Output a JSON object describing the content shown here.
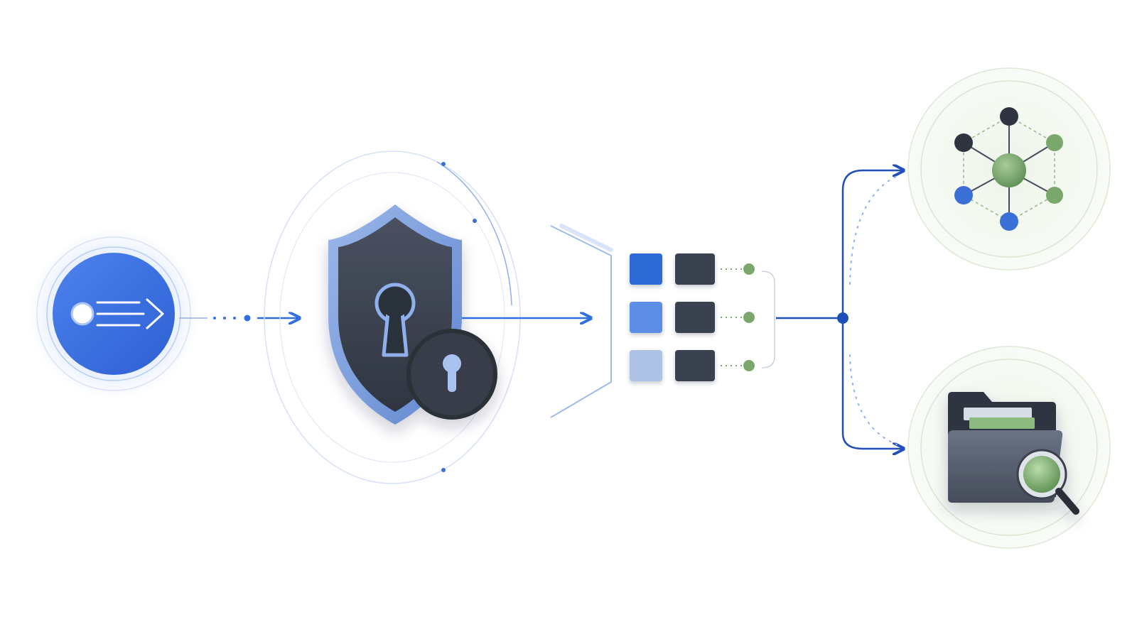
{
  "diagram": {
    "colors": {
      "background": "#ffffff",
      "flow_blue": "#2f6fe0",
      "dark_blue": "#1f4fb8",
      "slate": "#3b4250",
      "shield_rim": "#7fa2e0",
      "green_node": "#7aa86c",
      "green_ring": "#dce9d5",
      "light_blue": "#aec2e6"
    },
    "nodes": [
      {
        "id": "source",
        "icon": "stream-arrow-icon"
      },
      {
        "id": "security",
        "icon": "shield-keyhole-lock-icon"
      },
      {
        "id": "partition",
        "icon": "block-grid-icon"
      },
      {
        "id": "graph",
        "icon": "network-graph-icon"
      },
      {
        "id": "search",
        "icon": "folder-search-icon"
      }
    ],
    "connections": [
      {
        "from": "source",
        "to": "security",
        "style": "dotted-then-solid"
      },
      {
        "from": "security",
        "to": "partition",
        "style": "solid"
      },
      {
        "from": "partition",
        "to": "graph",
        "style": "branch"
      },
      {
        "from": "partition",
        "to": "search",
        "style": "branch"
      }
    ],
    "block_rows": [
      {
        "block_color": "#2f6ad6"
      },
      {
        "block_color": "#5b8ee6"
      },
      {
        "block_color": "#aec2e6"
      }
    ]
  }
}
